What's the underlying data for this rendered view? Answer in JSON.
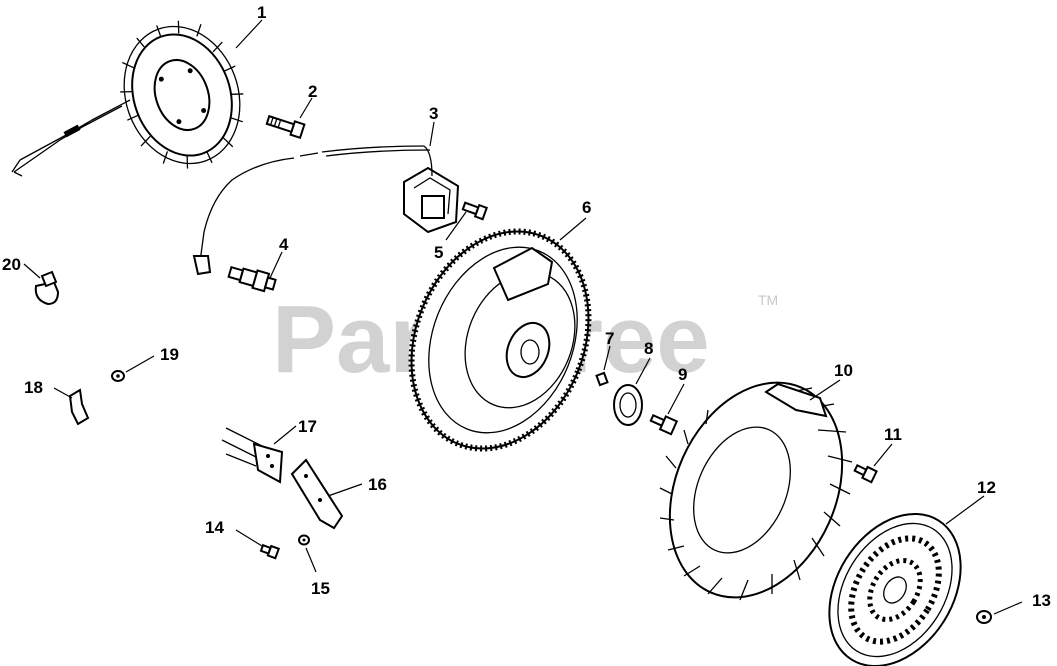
{
  "watermark": {
    "text": "PartsTree",
    "trademark": "TM"
  },
  "callouts": [
    {
      "num": "1"
    },
    {
      "num": "2"
    },
    {
      "num": "3"
    },
    {
      "num": "4"
    },
    {
      "num": "5"
    },
    {
      "num": "6"
    },
    {
      "num": "7"
    },
    {
      "num": "8"
    },
    {
      "num": "9"
    },
    {
      "num": "10"
    },
    {
      "num": "11"
    },
    {
      "num": "12"
    },
    {
      "num": "13"
    },
    {
      "num": "14"
    },
    {
      "num": "15"
    },
    {
      "num": "16"
    },
    {
      "num": "17"
    },
    {
      "num": "18"
    },
    {
      "num": "19"
    },
    {
      "num": "20"
    }
  ]
}
